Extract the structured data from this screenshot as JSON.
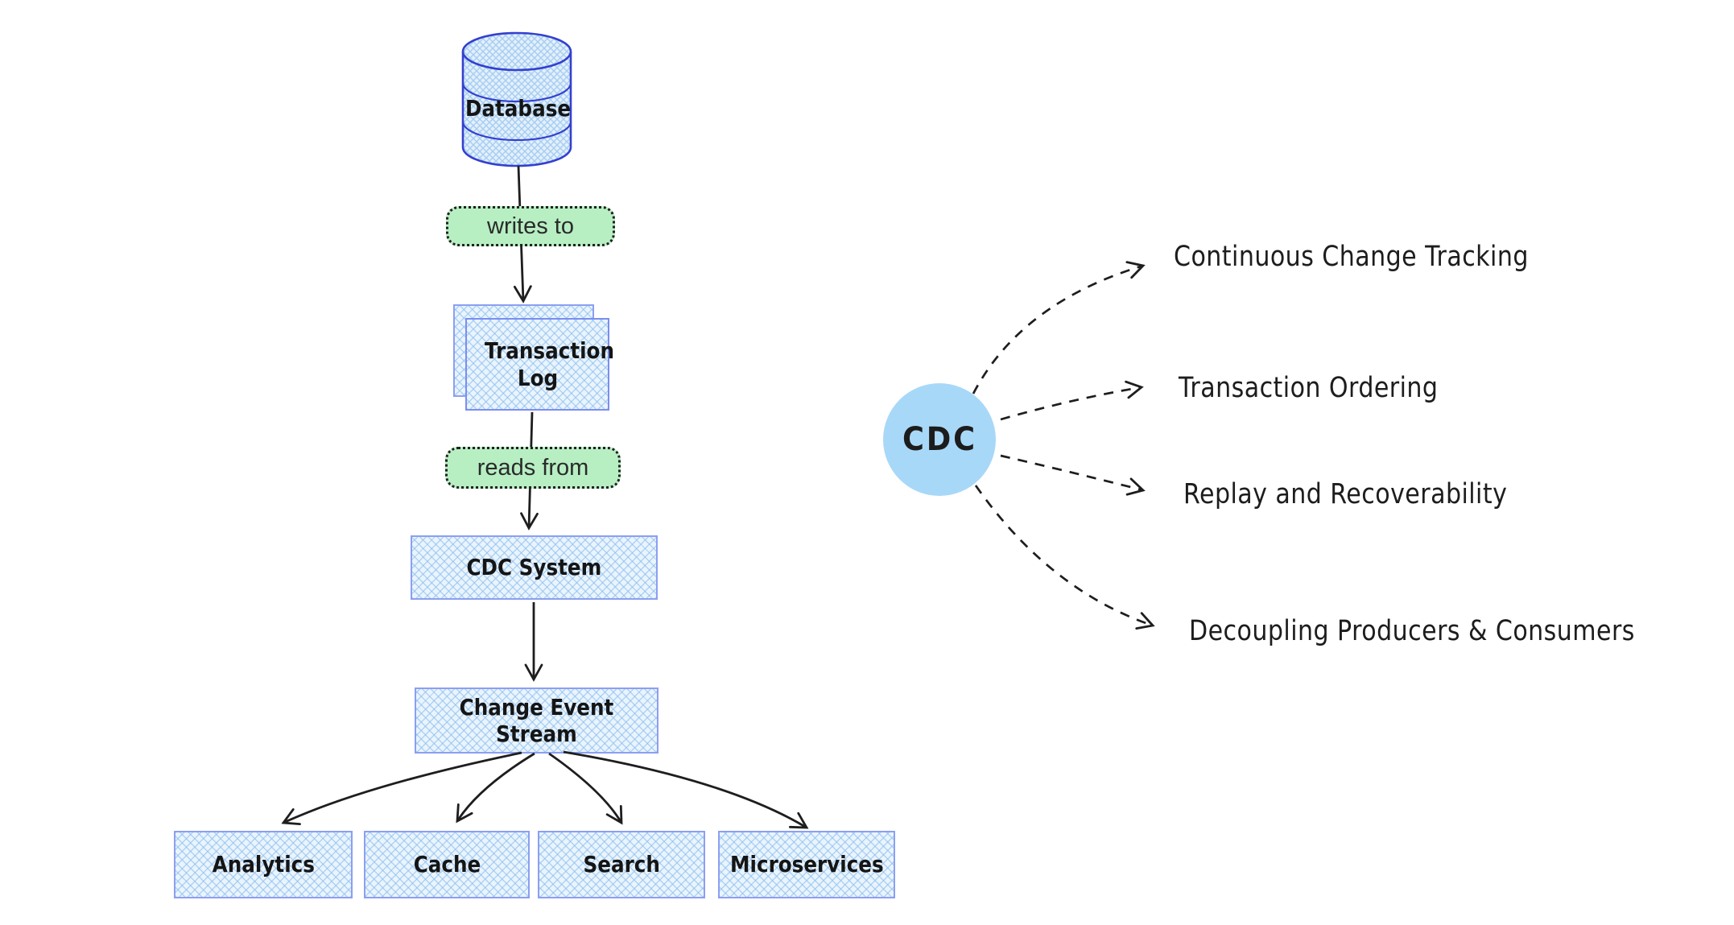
{
  "diagram": {
    "background": "#ffffff",
    "flow": {
      "database": "Database",
      "writes_to": "writes to",
      "transaction_log": "Transaction Log",
      "reads_from": "reads from",
      "cdc_system": "CDC System",
      "change_event_stream": "Change Event Stream",
      "consumers": [
        "Analytics",
        "Cache",
        "Search",
        "Microservices"
      ]
    },
    "benefits": {
      "hub": "CDC",
      "items": [
        "Continuous Change Tracking",
        "Transaction Ordering",
        "Replay and Recoverability",
        "Decoupling Producers & Consumers"
      ]
    },
    "colors": {
      "ink": "#1e1e1e",
      "node_border": "#8c9ff1",
      "node_fill": "#e9f4fd",
      "node_hatch": "#8abcee",
      "cylinder_stroke": "#3340cf",
      "badge_fill": "#b7efc3",
      "hub_fill": "#a8d8f8"
    }
  }
}
